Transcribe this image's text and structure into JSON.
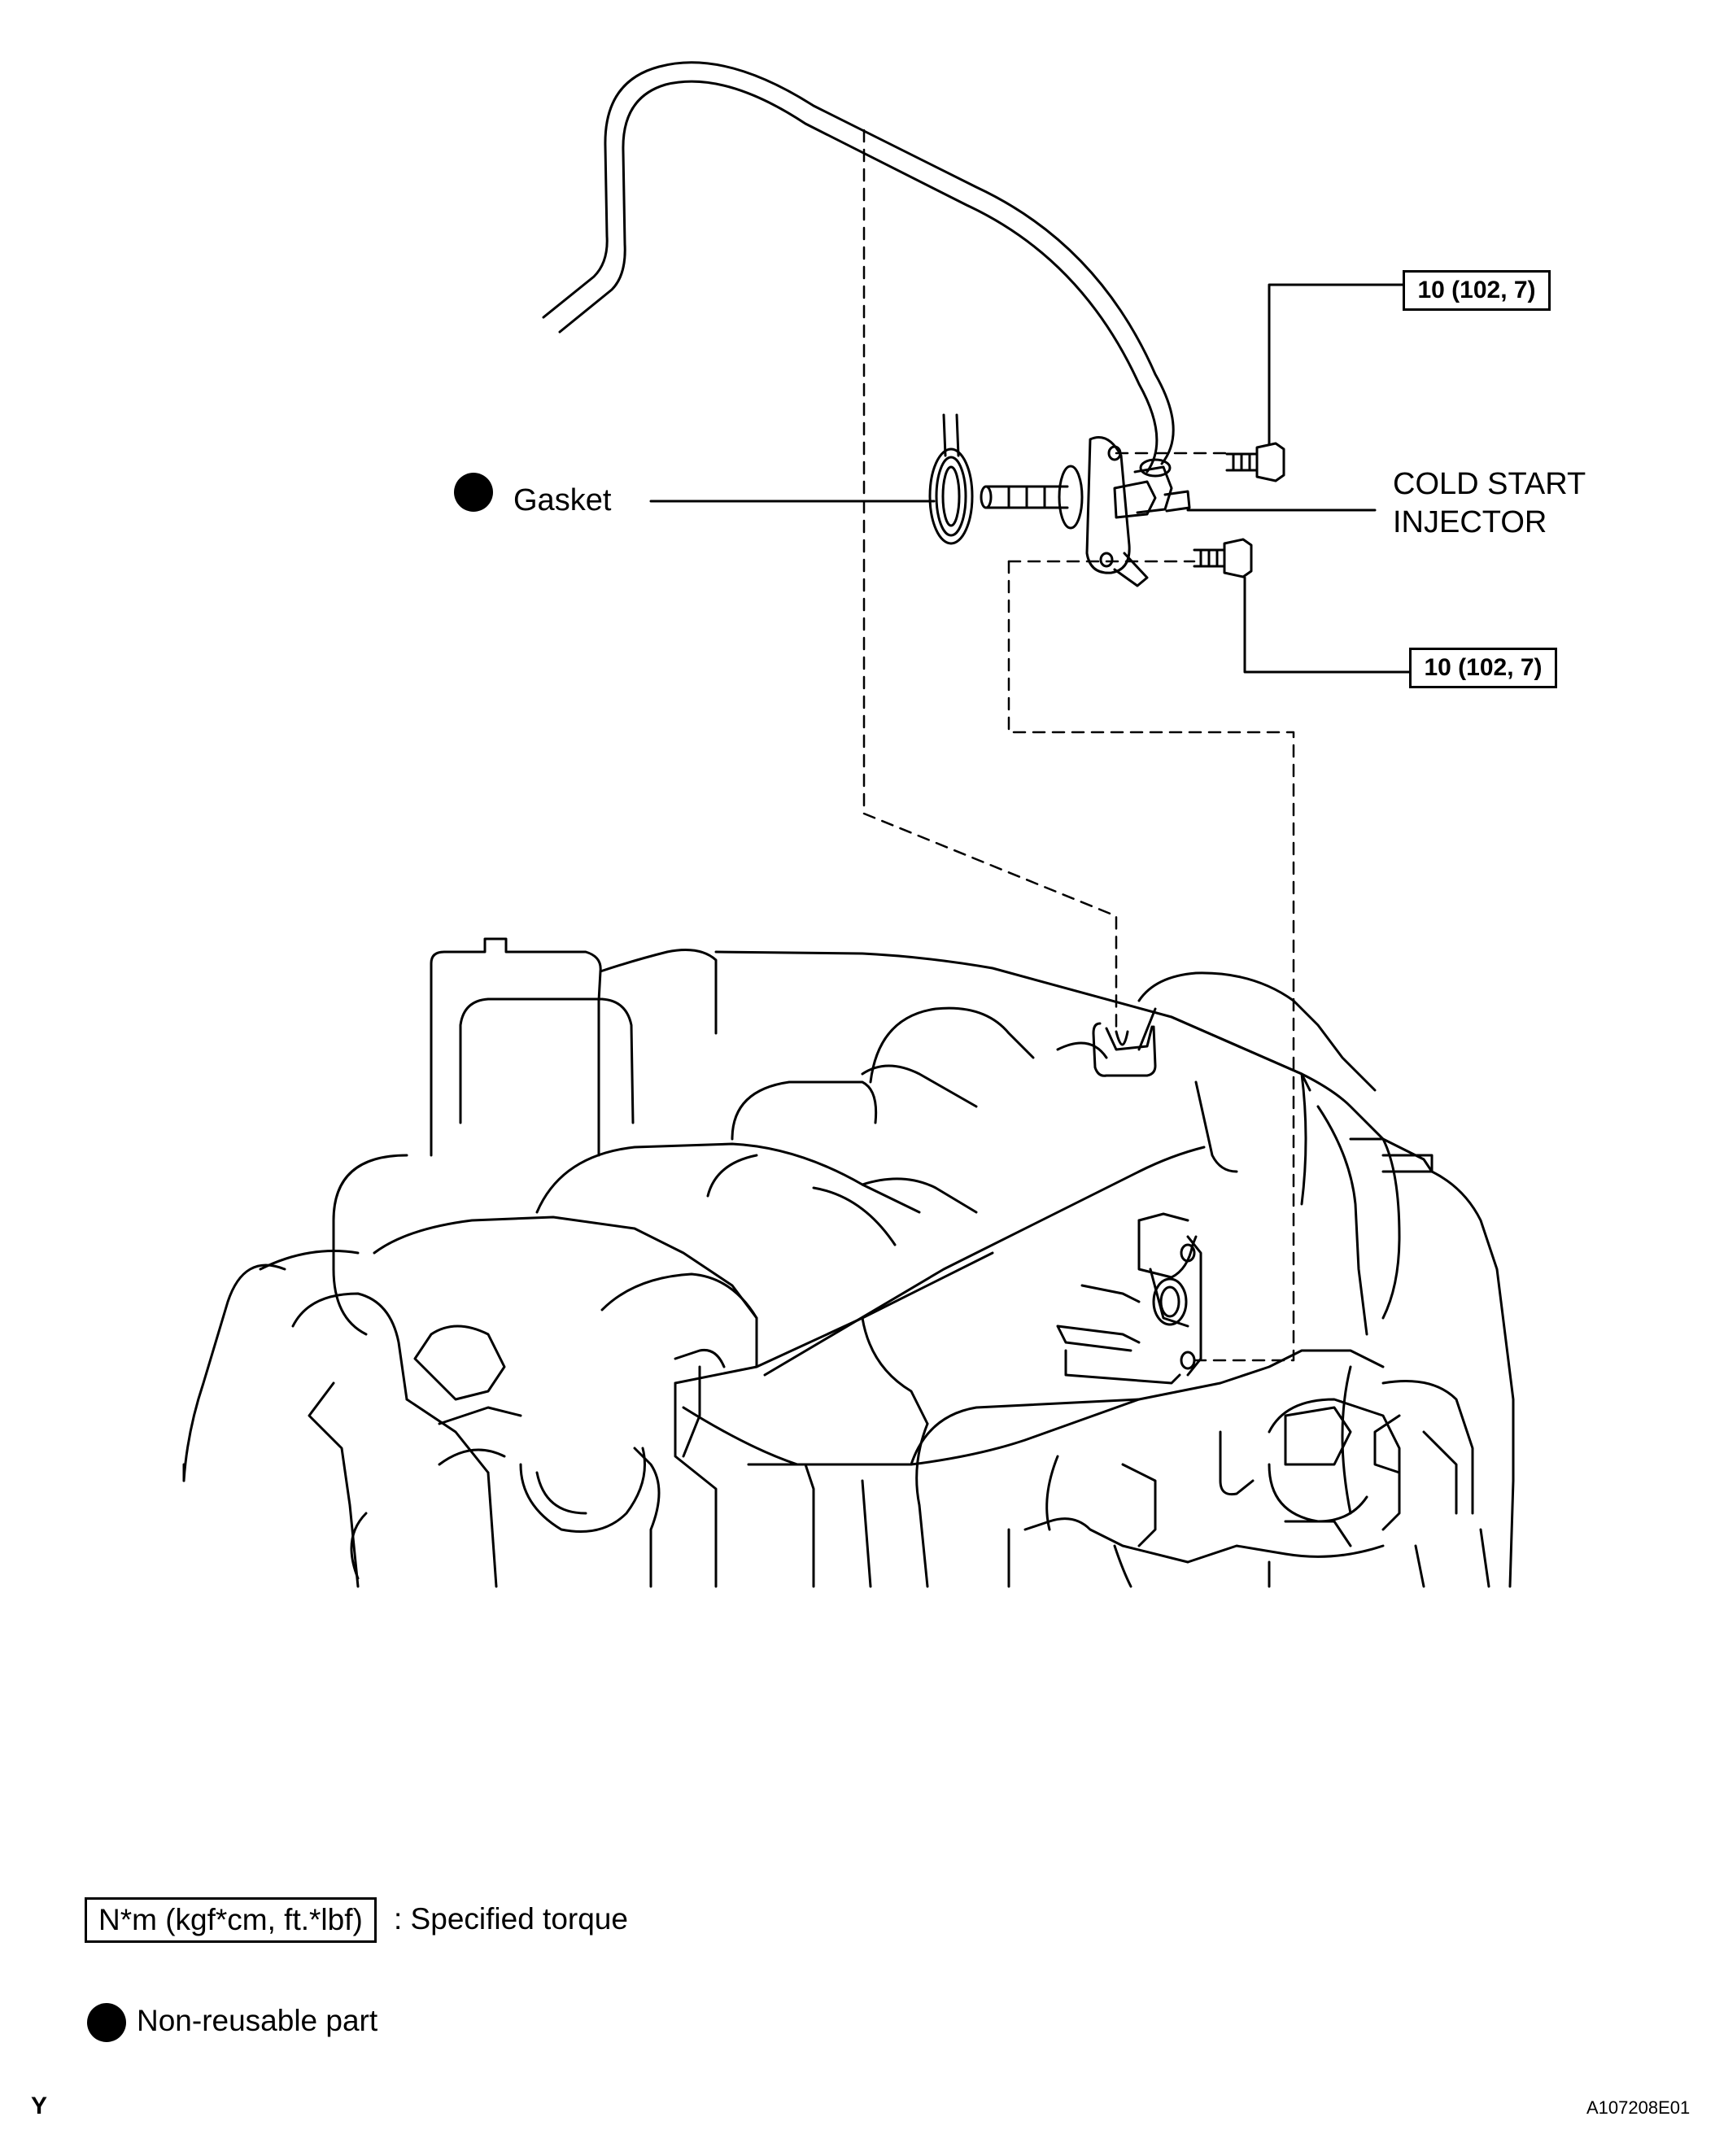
{
  "labels": {
    "gasket": "Gasket",
    "injector_line1": "COLD START",
    "injector_line2": "INJECTOR",
    "torque_upper": "10 (102, 7)",
    "torque_lower": "10 (102, 7)"
  },
  "legend": {
    "torque_units": "N*m (kgf*cm, ft.*lbf)",
    "torque_desc": ": Specified torque",
    "nonreusable_desc": "Non-reusable part"
  },
  "footer": {
    "left_code": "Y",
    "figure_id": "A107208E01"
  }
}
